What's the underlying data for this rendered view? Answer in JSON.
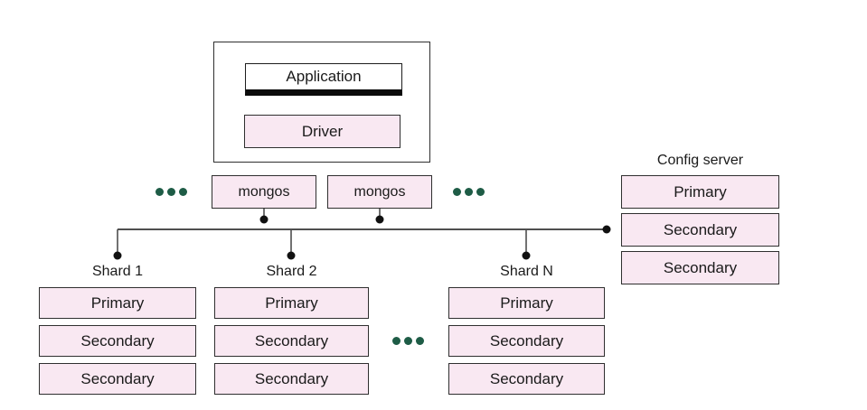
{
  "diagram": {
    "application_stack": {
      "application_label": "Application",
      "driver_label": "Driver"
    },
    "routers": {
      "mongos_labels": [
        "mongos",
        "mongos"
      ]
    },
    "config_server": {
      "title": "Config server",
      "members": [
        "Primary",
        "Secondary",
        "Secondary"
      ]
    },
    "shards": [
      {
        "title": "Shard 1",
        "members": [
          "Primary",
          "Secondary",
          "Secondary"
        ]
      },
      {
        "title": "Shard 2",
        "members": [
          "Primary",
          "Secondary",
          "Secondary"
        ]
      },
      {
        "title": "Shard N",
        "members": [
          "Primary",
          "Secondary",
          "Secondary"
        ]
      }
    ],
    "colors": {
      "node_fill": "#f9e8f2",
      "node_border": "#2f2f2f",
      "ellipsis_green": "#1e5c46",
      "line_gray": "#4f4f4f",
      "dot_black": "#111111"
    }
  }
}
